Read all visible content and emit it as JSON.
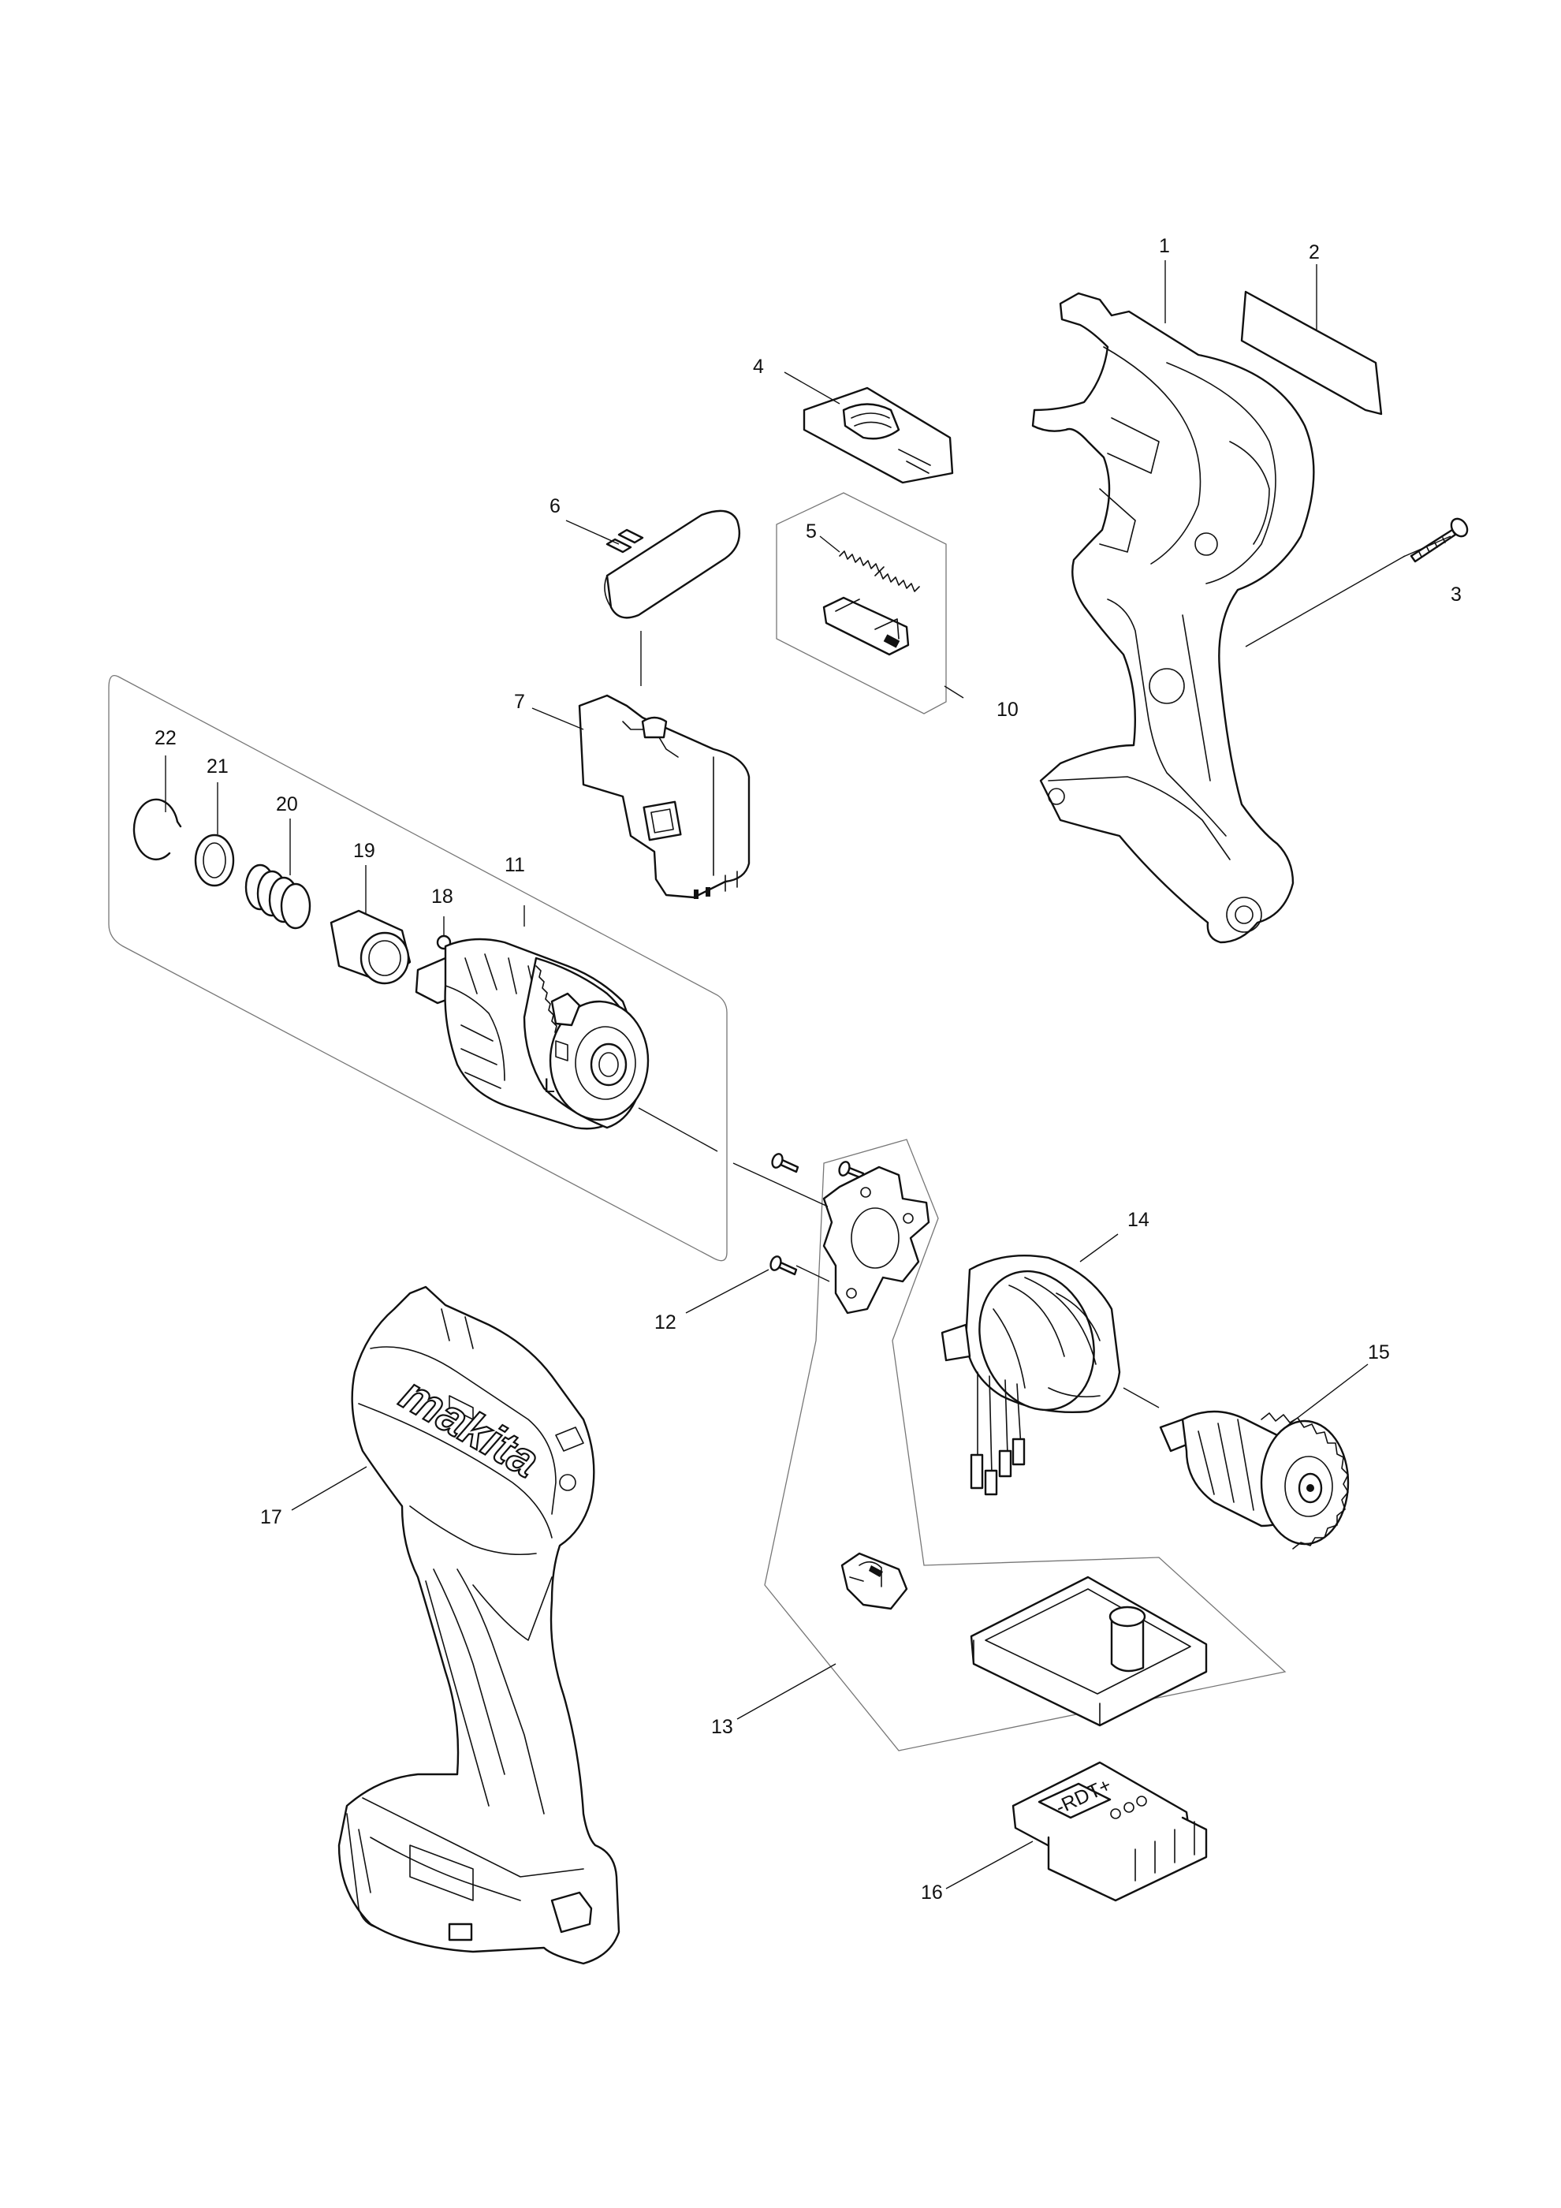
{
  "callouts": [
    "1",
    "2",
    "3",
    "4",
    "5",
    "6",
    "7",
    "10",
    "11",
    "12",
    "13",
    "14",
    "15",
    "16",
    "17",
    "18",
    "19",
    "20",
    "21",
    "22"
  ],
  "housing_brand": "makita",
  "switch_label": "L",
  "controller_label": "-RDT+"
}
